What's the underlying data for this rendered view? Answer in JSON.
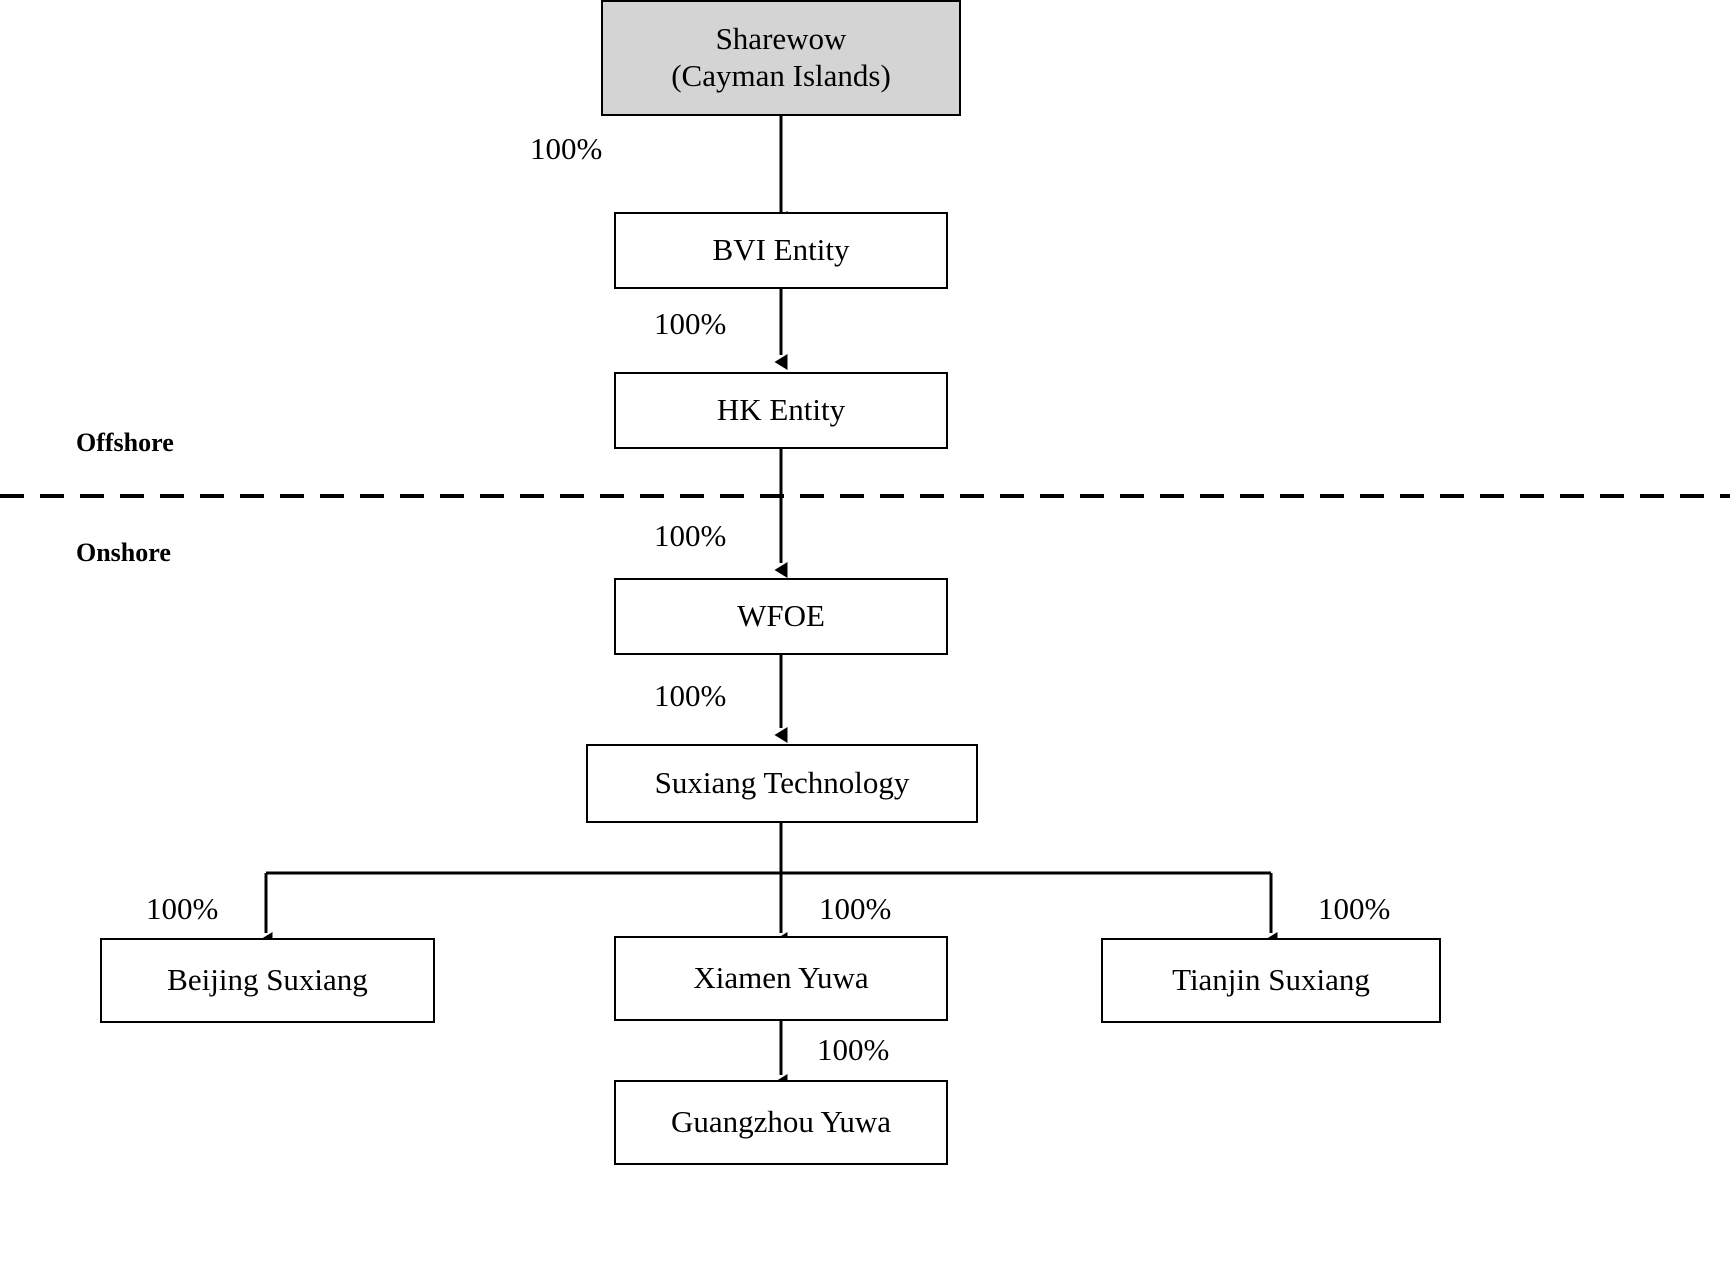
{
  "diagram": {
    "title_text": "",
    "type": "corporate-structure-chart",
    "colors": {
      "line": "#000000",
      "box_fill": "#ffffff",
      "highlight_fill": "#d4d4d4",
      "text": "#000000"
    },
    "zones": [
      {
        "key": "offshore",
        "label": "Offshore"
      },
      {
        "key": "onshore",
        "label": "Onshore"
      }
    ],
    "nodes": [
      {
        "key": "sharewow",
        "label": "Sharewow\n(Cayman Islands)",
        "shaded": true
      },
      {
        "key": "bvi",
        "label": "BVI Entity",
        "shaded": false
      },
      {
        "key": "hk",
        "label": "HK Entity",
        "shaded": false
      },
      {
        "key": "wfoe",
        "label": "WFOE",
        "shaded": false
      },
      {
        "key": "suxiang_tech",
        "label": "Suxiang Technology",
        "shaded": false
      },
      {
        "key": "beijing",
        "label": "Beijing Suxiang",
        "shaded": false
      },
      {
        "key": "xiamen",
        "label": "Xiamen Yuwa",
        "shaded": false
      },
      {
        "key": "tianjin",
        "label": "Tianjin Suxiang",
        "shaded": false
      },
      {
        "key": "guangzhou",
        "label": "Guangzhou Yuwa",
        "shaded": false
      }
    ],
    "edges": [
      {
        "key": "sharewow_bvi",
        "from": "sharewow",
        "to": "bvi",
        "label": "100%"
      },
      {
        "key": "bvi_hk",
        "from": "bvi",
        "to": "hk",
        "label": "100%"
      },
      {
        "key": "hk_wfoe",
        "from": "hk",
        "to": "wfoe",
        "label": "100%"
      },
      {
        "key": "wfoe_suxiang",
        "from": "wfoe",
        "to": "suxiang_tech",
        "label": "100%"
      },
      {
        "key": "suxiang_beijing",
        "from": "suxiang_tech",
        "to": "beijing",
        "label": "100%"
      },
      {
        "key": "suxiang_xiamen",
        "from": "suxiang_tech",
        "to": "xiamen",
        "label": "100%"
      },
      {
        "key": "suxiang_tianjin",
        "from": "suxiang_tech",
        "to": "tianjin",
        "label": "100%"
      },
      {
        "key": "xiamen_guangzhou",
        "from": "xiamen",
        "to": "guangzhou",
        "label": "100%"
      }
    ],
    "divider": {
      "key": "offshore-onshore-divider",
      "style": "dashed"
    }
  }
}
